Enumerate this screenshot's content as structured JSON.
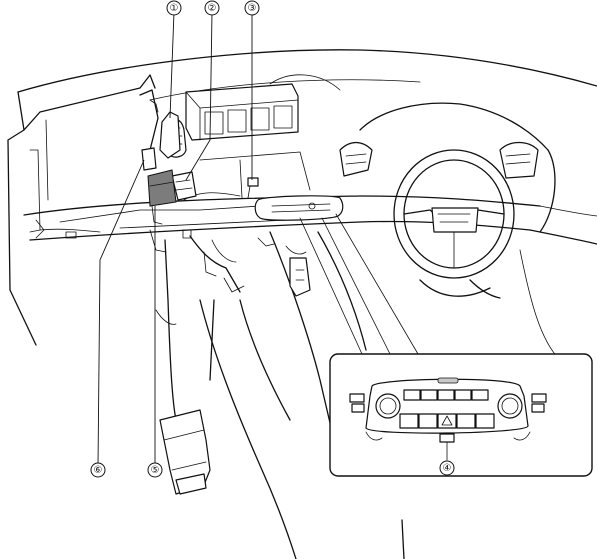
{
  "callouts": [
    {
      "id": "1",
      "label": "①"
    },
    {
      "id": "2",
      "label": "②"
    },
    {
      "id": "3",
      "label": "③"
    },
    {
      "id": "4",
      "label": "④"
    },
    {
      "id": "5",
      "label": "⑤"
    },
    {
      "id": "6",
      "label": "⑥"
    }
  ],
  "icons": {
    "hazard": "warning-triangle-icon"
  }
}
